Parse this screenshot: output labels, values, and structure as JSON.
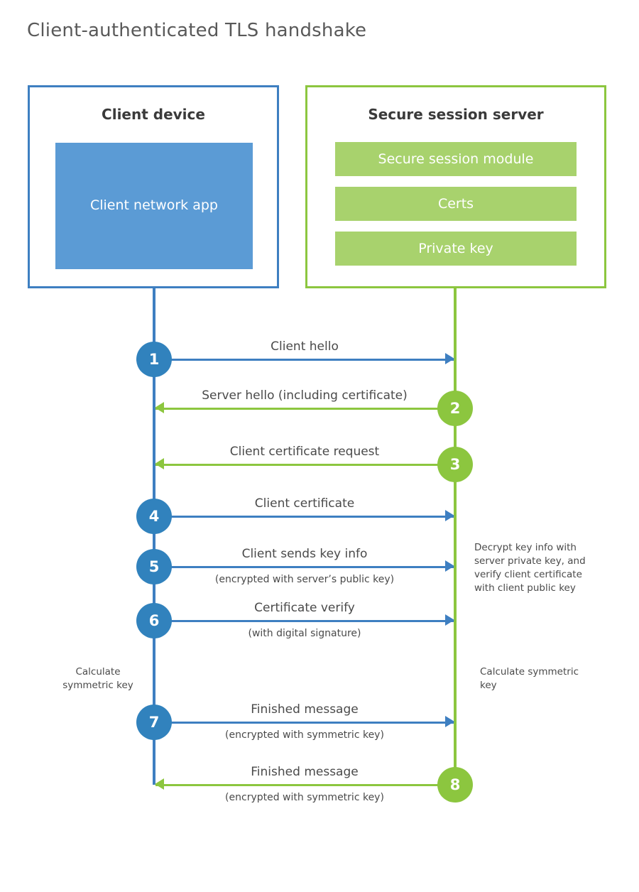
{
  "title": "Client-authenticated TLS handshake",
  "colors": {
    "client_blue": "#3E7FC1",
    "client_app_blue": "#5B9BD5",
    "step_blue": "#3182BD",
    "server_green": "#8CC63F",
    "server_bar_green": "#A8D26D",
    "title_gray": "#595959",
    "text_gray": "#4A4A4A"
  },
  "client": {
    "title": "Client device",
    "app_label": "Client network app"
  },
  "server": {
    "title": "Secure session server",
    "modules": [
      "Secure session module",
      "Certs",
      "Private key"
    ]
  },
  "steps": [
    {
      "number": "1",
      "label": "Client hello",
      "sublabel": "",
      "direction": "right",
      "color": "blue"
    },
    {
      "number": "2",
      "label": "Server hello (including certificate)",
      "sublabel": "",
      "direction": "left",
      "color": "green"
    },
    {
      "number": "3",
      "label": "Client certificate request",
      "sublabel": "",
      "direction": "left",
      "color": "green"
    },
    {
      "number": "4",
      "label": "Client certificate",
      "sublabel": "",
      "direction": "right",
      "color": "blue"
    },
    {
      "number": "5",
      "label": "Client sends key info",
      "sublabel": "(encrypted with server’s public key)",
      "direction": "right",
      "color": "blue"
    },
    {
      "number": "6",
      "label": "Certificate verify",
      "sublabel": "(with digital signature)",
      "direction": "right",
      "color": "blue"
    },
    {
      "number": "7",
      "label": "Finished message",
      "sublabel": "(encrypted with symmetric key)",
      "direction": "right",
      "color": "blue"
    },
    {
      "number": "8",
      "label": "Finished message",
      "sublabel": "(encrypted with symmetric key)",
      "direction": "left",
      "color": "green"
    }
  ],
  "notes": {
    "decrypt": "Decrypt key info with server private key, and verify client certificate with client public key",
    "calculate_client": "Calculate symmetric key",
    "calculate_server": "Calculate symmetric key"
  }
}
